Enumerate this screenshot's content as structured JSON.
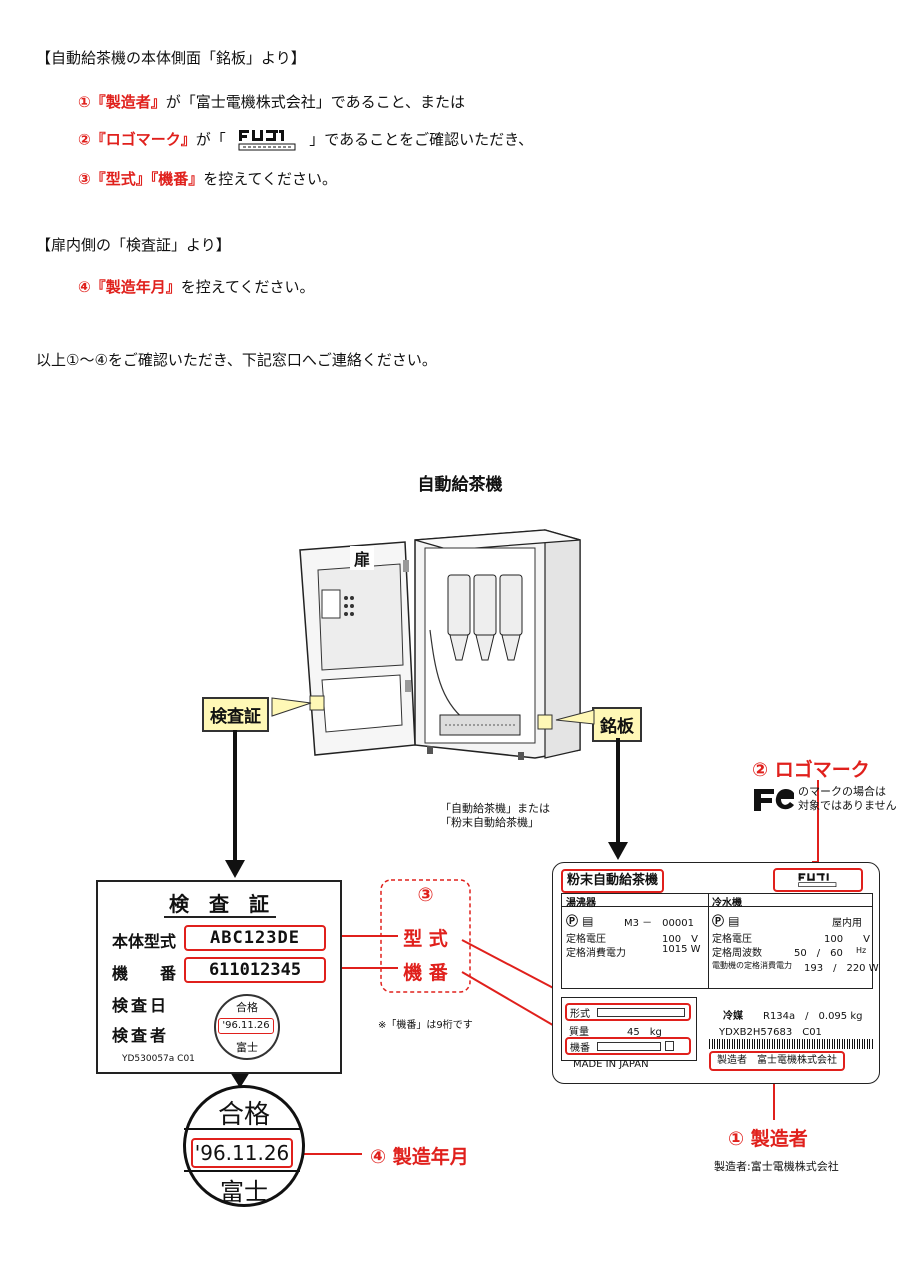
{
  "intro": {
    "section1_heading": "【自動給茶機の本体側面「銘板」より】",
    "line1": {
      "num": "①",
      "key": "『製造者』",
      "mid": "が「富士電機株式会社」であること、または"
    },
    "line2": {
      "num": "②",
      "key": "『ロゴマーク』",
      "pre": "が「",
      "post": "」であることをご確認いただき、"
    },
    "line3": {
      "num": "③",
      "key": "『型式』『機番』",
      "post": "を控えてください。"
    },
    "section2_heading": "【扉内側の「検査証」より】",
    "line4": {
      "num": "④",
      "key": "『製造年月』",
      "post": "を控えてください。"
    },
    "closing": "以上①～④をご確認いただき、下記窓口へご連絡ください。"
  },
  "diagram": {
    "title": "自動給茶機",
    "door_label": "扉",
    "inspection_callout": "検査証",
    "nameplate_callout": "銘板",
    "logo_section": {
      "heading": "② ロゴマーク",
      "fe_note_line1": "のマークの場合は",
      "fe_note_line2": "対象ではありません"
    },
    "product_note_line1": "「自動給茶機」または",
    "product_note_line2": "「粉末自動給茶機」",
    "certificate": {
      "title": "検　査　証",
      "model_label": "本体型式",
      "model_value": "ABC123DE",
      "serial_label": "機　　番",
      "serial_value": "611012345",
      "date_label": "検査日",
      "inspector_label": "検査者",
      "stamp_top": "合格",
      "stamp_date": "'96.11.26",
      "stamp_bottom": "富士",
      "doc_code": "YD530057a C01"
    },
    "middle": {
      "num": "③",
      "model": "型 式",
      "serial": "機 番",
      "note": "※「機番」は9桁です"
    },
    "big_stamp": {
      "top": "合格",
      "date": "'96.11.26",
      "bottom": "富士"
    },
    "date_label": "④ 製造年月",
    "nameplate": {
      "product_name": "粉末自動給茶機",
      "left_head": "湯沸器",
      "right_head": "冷水機",
      "left_model": "M3 －　00001",
      "indoor": "屋内用",
      "rated_voltage": "定格電圧",
      "rated_voltage_val": "100　V",
      "rated_power": "定格消費電力",
      "rated_power_val": "1015 W",
      "r_voltage": "定格電圧",
      "r_voltage_val": "100　　V",
      "r_freq": "定格周波数",
      "r_freq_val": "50　/　60",
      "r_freq_unit": "Hz",
      "r_motor": "電動機の定格消費電力",
      "r_motor_val": "193　/　220 W",
      "model_label": "形式",
      "weight_label": "質量",
      "weight_val": "45　kg",
      "serial_label": "機番",
      "refrigerant": "冷媒",
      "refrigerant_val": "R134a　/　0.095 kg",
      "serial_code": "YDXB2H57683　C01",
      "made_in": "MADE IN JAPAN",
      "maker_label": "製造者　富士電機株式会社"
    },
    "maker_heading": "① 製造者",
    "maker_sub": "製造者:富士電機株式会社"
  },
  "colors": {
    "accent_red": "#e0201c",
    "callout_yellow": "#fff8b6"
  }
}
